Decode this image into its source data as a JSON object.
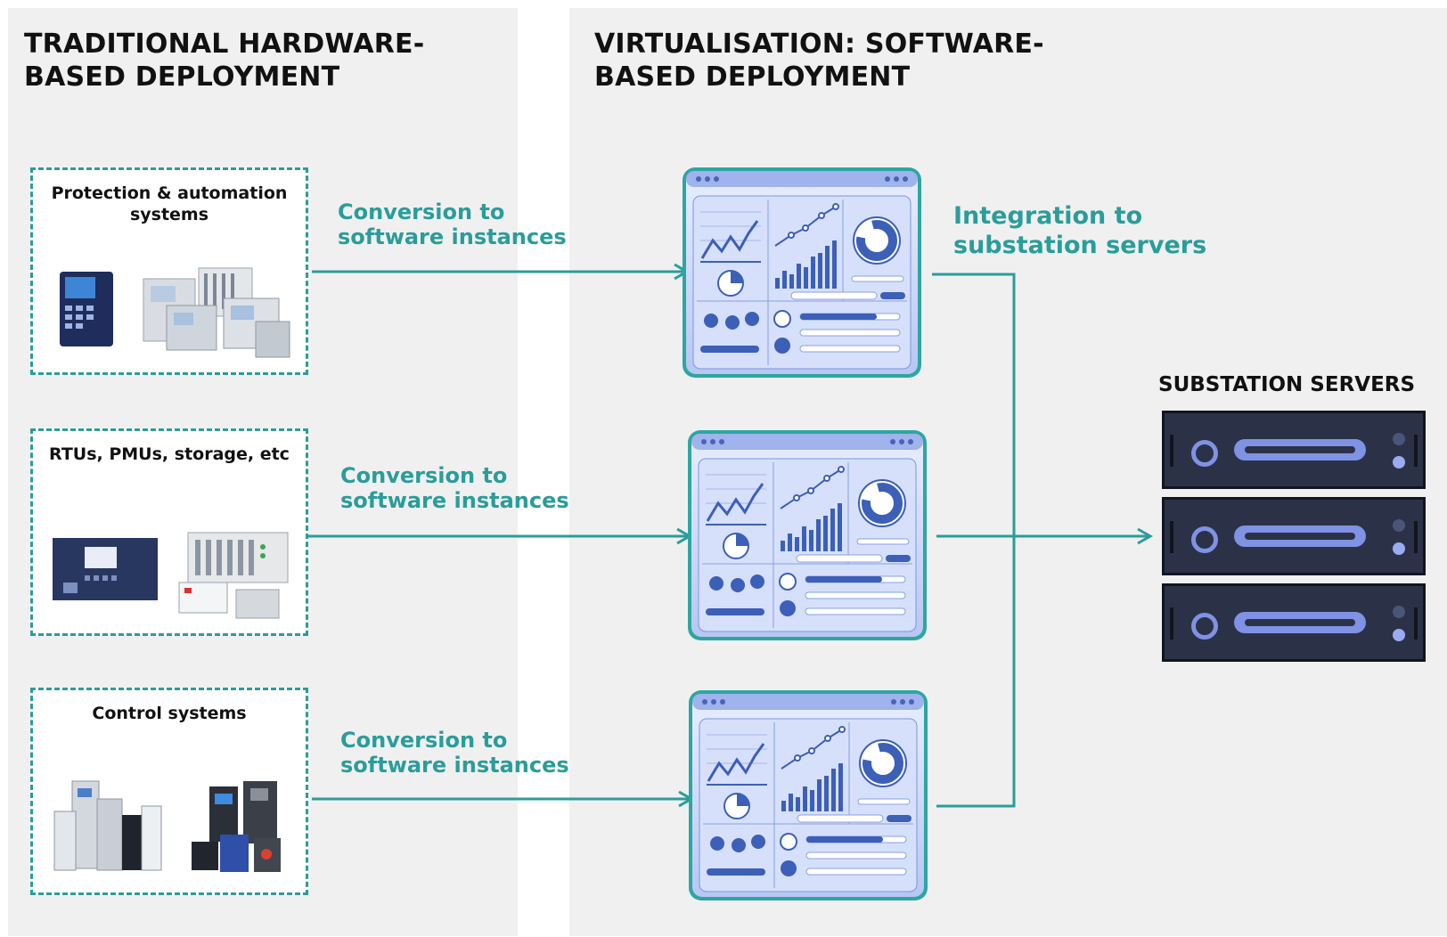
{
  "left_panel": {
    "title": "TRADITIONAL HARDWARE-\nBASED DEPLOYMENT",
    "devices": [
      {
        "label": "Protection & automation systems"
      },
      {
        "label": "RTUs, PMUs, storage, etc"
      },
      {
        "label": "Control systems"
      }
    ]
  },
  "right_panel": {
    "title": "VIRTUALISATION: SOFTWARE-\nBASED DEPLOYMENT"
  },
  "conversion_labels": [
    "Conversion to\nsoftware instances",
    "Conversion to\nsoftware instances",
    "Conversion to\nsoftware instances"
  ],
  "integration_label": "Integration to\nsubstation servers",
  "servers": {
    "title": "SUBSTATION SERVERS",
    "count": 3
  },
  "colors": {
    "accent": "#2a9d9a",
    "panel_bg": "#f0f0f0",
    "server_body": "#2b3247",
    "server_accent": "#7f92e4",
    "dashboard_blue": "#3c5fb8"
  }
}
